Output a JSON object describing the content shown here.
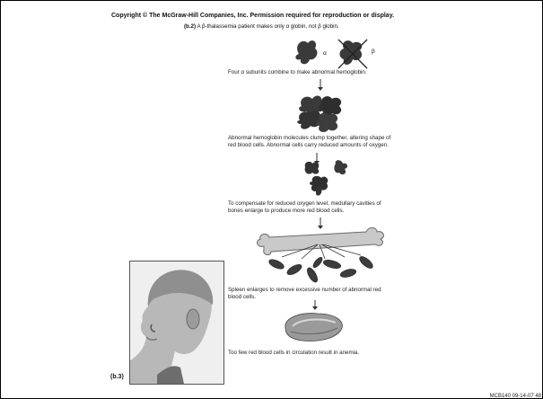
{
  "copyright": "Copyright © The McGraw-Hill Companies, Inc. Permission required for reproduction or display.",
  "header": {
    "label": "(b.2)",
    "text": "A β-thalassemia patient makes only α globin, not β globin."
  },
  "globin_labels": {
    "alpha": "α",
    "beta": "β"
  },
  "steps": [
    "Four α subunits combine to make abnormal hemoglobin.",
    "Abnormal hemoglobin molecules clump together, altering shape of red blood cells. Abnormal cells carry reduced amounts of oxygen.",
    "To compensate for reduced oxygen level, medullary cavities of bones enlarge to produce more red blood cells.",
    "Spleen enlarges to remove excessive number of abnormal red blood cells.",
    "Too few red blood cells in circulation result in anemia."
  ],
  "photo_label": "(b.3)",
  "footer": "MCB140 09-14-07 48"
}
